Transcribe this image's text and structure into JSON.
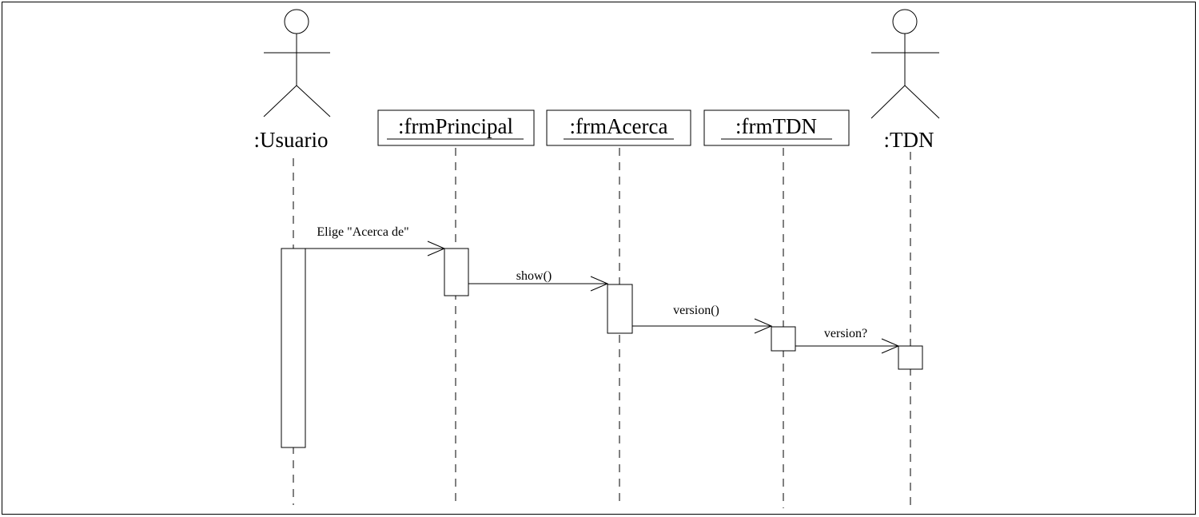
{
  "participants": [
    {
      "id": "usuario",
      "kind": "actor",
      "label": ":Usuario"
    },
    {
      "id": "frmPrincipal",
      "kind": "object",
      "label": ":frmPrincipal"
    },
    {
      "id": "frmAcerca",
      "kind": "object",
      "label": ":frmAcerca"
    },
    {
      "id": "frmTDN",
      "kind": "object",
      "label": ":frmTDN"
    },
    {
      "id": "tdn",
      "kind": "actor",
      "label": ":TDN"
    }
  ],
  "messages": [
    {
      "from": "usuario",
      "to": "frmPrincipal",
      "label": "Elige \"Acerca de\""
    },
    {
      "from": "frmPrincipal",
      "to": "frmAcerca",
      "label": "show()"
    },
    {
      "from": "frmAcerca",
      "to": "frmTDN",
      "label": "version()"
    },
    {
      "from": "frmTDN",
      "to": "tdn",
      "label": "version?"
    }
  ]
}
